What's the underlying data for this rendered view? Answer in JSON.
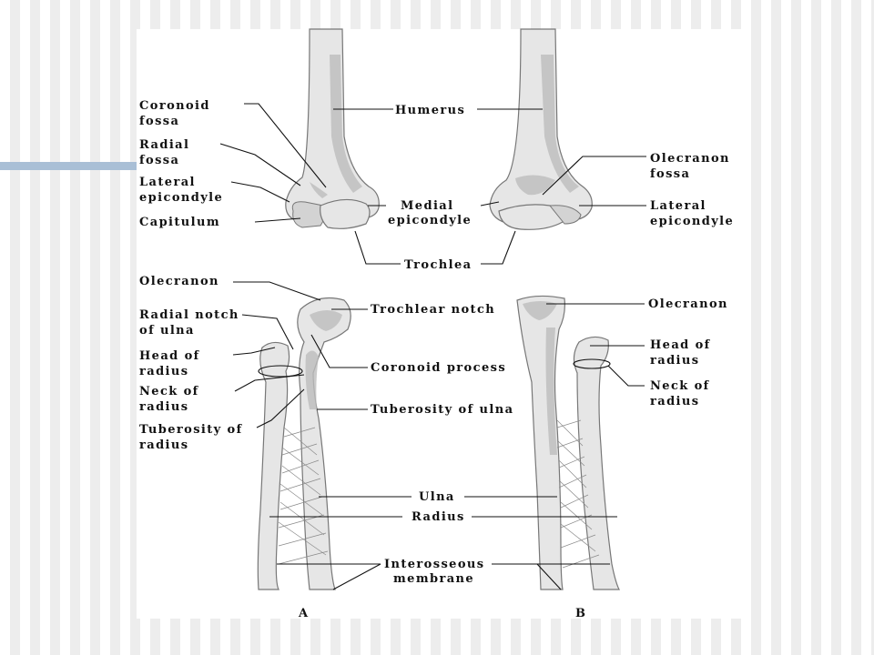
{
  "labels": {
    "coronoid_fossa_1": "Coronoid",
    "coronoid_fossa_2": "fossa",
    "radial_fossa_1": "Radial",
    "radial_fossa_2": "fossa",
    "lateral_epicondyle_a_1": "Lateral",
    "lateral_epicondyle_a_2": "epicondyle",
    "capitulum": "Capitulum",
    "humerus": "Humerus",
    "medial_epicondyle_1": "Medial",
    "medial_epicondyle_2": "epicondyle",
    "trochlea": "Trochlea",
    "olecranon_fossa_1": "Olecranon",
    "olecranon_fossa_2": "fossa",
    "lateral_epicondyle_b_1": "Lateral",
    "lateral_epicondyle_b_2": "epicondyle",
    "olecranon_a": "Olecranon",
    "radial_notch_1": "Radial notch",
    "radial_notch_2": "of ulna",
    "head_radius_a_1": "Head of",
    "head_radius_a_2": "radius",
    "neck_radius_a_1": "Neck of",
    "neck_radius_a_2": "radius",
    "tuberosity_radius_1": "Tuberosity of",
    "tuberosity_radius_2": "radius",
    "trochlear_notch": "Trochlear notch",
    "coronoid_process": "Coronoid process",
    "tuberosity_ulna": "Tuberosity of ulna",
    "ulna": "Ulna",
    "radius": "Radius",
    "interosseous_1": "Interosseous",
    "interosseous_2": "membrane",
    "olecranon_b": "Olecranon",
    "head_radius_b_1": "Head of",
    "head_radius_b_2": "radius",
    "neck_radius_b_1": "Neck of",
    "neck_radius_b_2": "radius",
    "view_a": "A",
    "view_b": "B"
  },
  "colors": {
    "bone": "#e6e6e6",
    "bone_shadow": "#bdbdbd",
    "accent_bar": "#a9bfd6",
    "stripe": "#ededed"
  }
}
